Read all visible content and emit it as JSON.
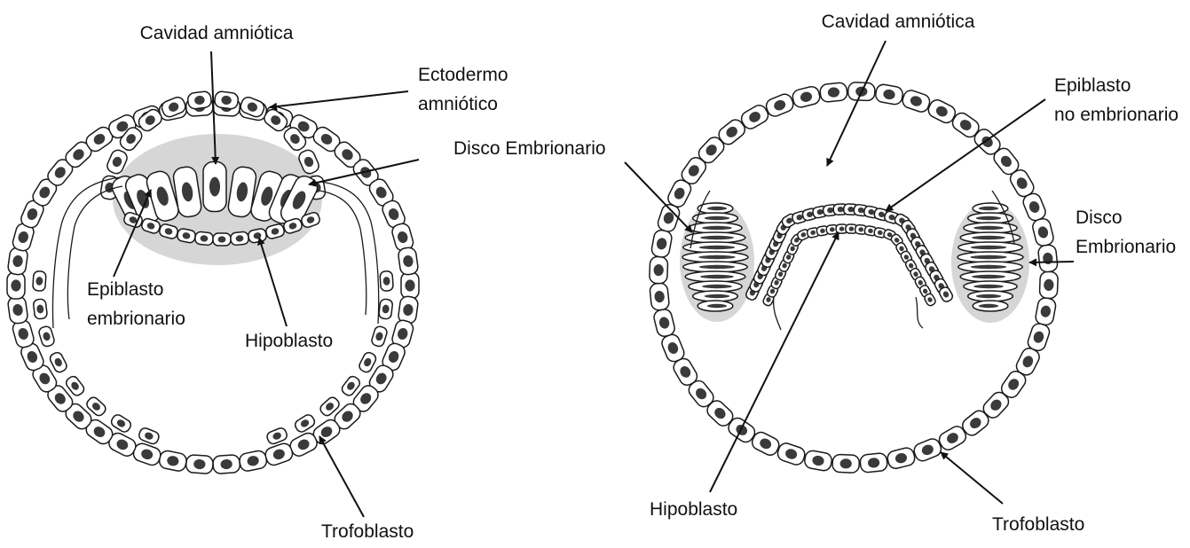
{
  "colors": {
    "ink": "#111111",
    "shade": "#d6d6d6",
    "nucleus": "#3a3a3a",
    "cell_fill": "#ffffff"
  },
  "left": {
    "cavidad": "Cavidad amniótica",
    "ectodermo_1": "Ectodermo",
    "ectodermo_2": "amniótico",
    "disco": "Disco Embrionario",
    "epiblasto_1": "Epiblasto",
    "epiblasto_2": "embrionario",
    "hipoblasto": "Hipoblasto",
    "trofoblasto": "Trofoblasto"
  },
  "right": {
    "cavidad": "Cavidad amniótica",
    "epiblasto_1": "Epiblasto",
    "epiblasto_2": "no embrionario",
    "disco_1": "Disco",
    "disco_2": "Embrionario",
    "hipoblasto": "Hipoblasto",
    "trofoblasto": "Trofoblasto"
  }
}
